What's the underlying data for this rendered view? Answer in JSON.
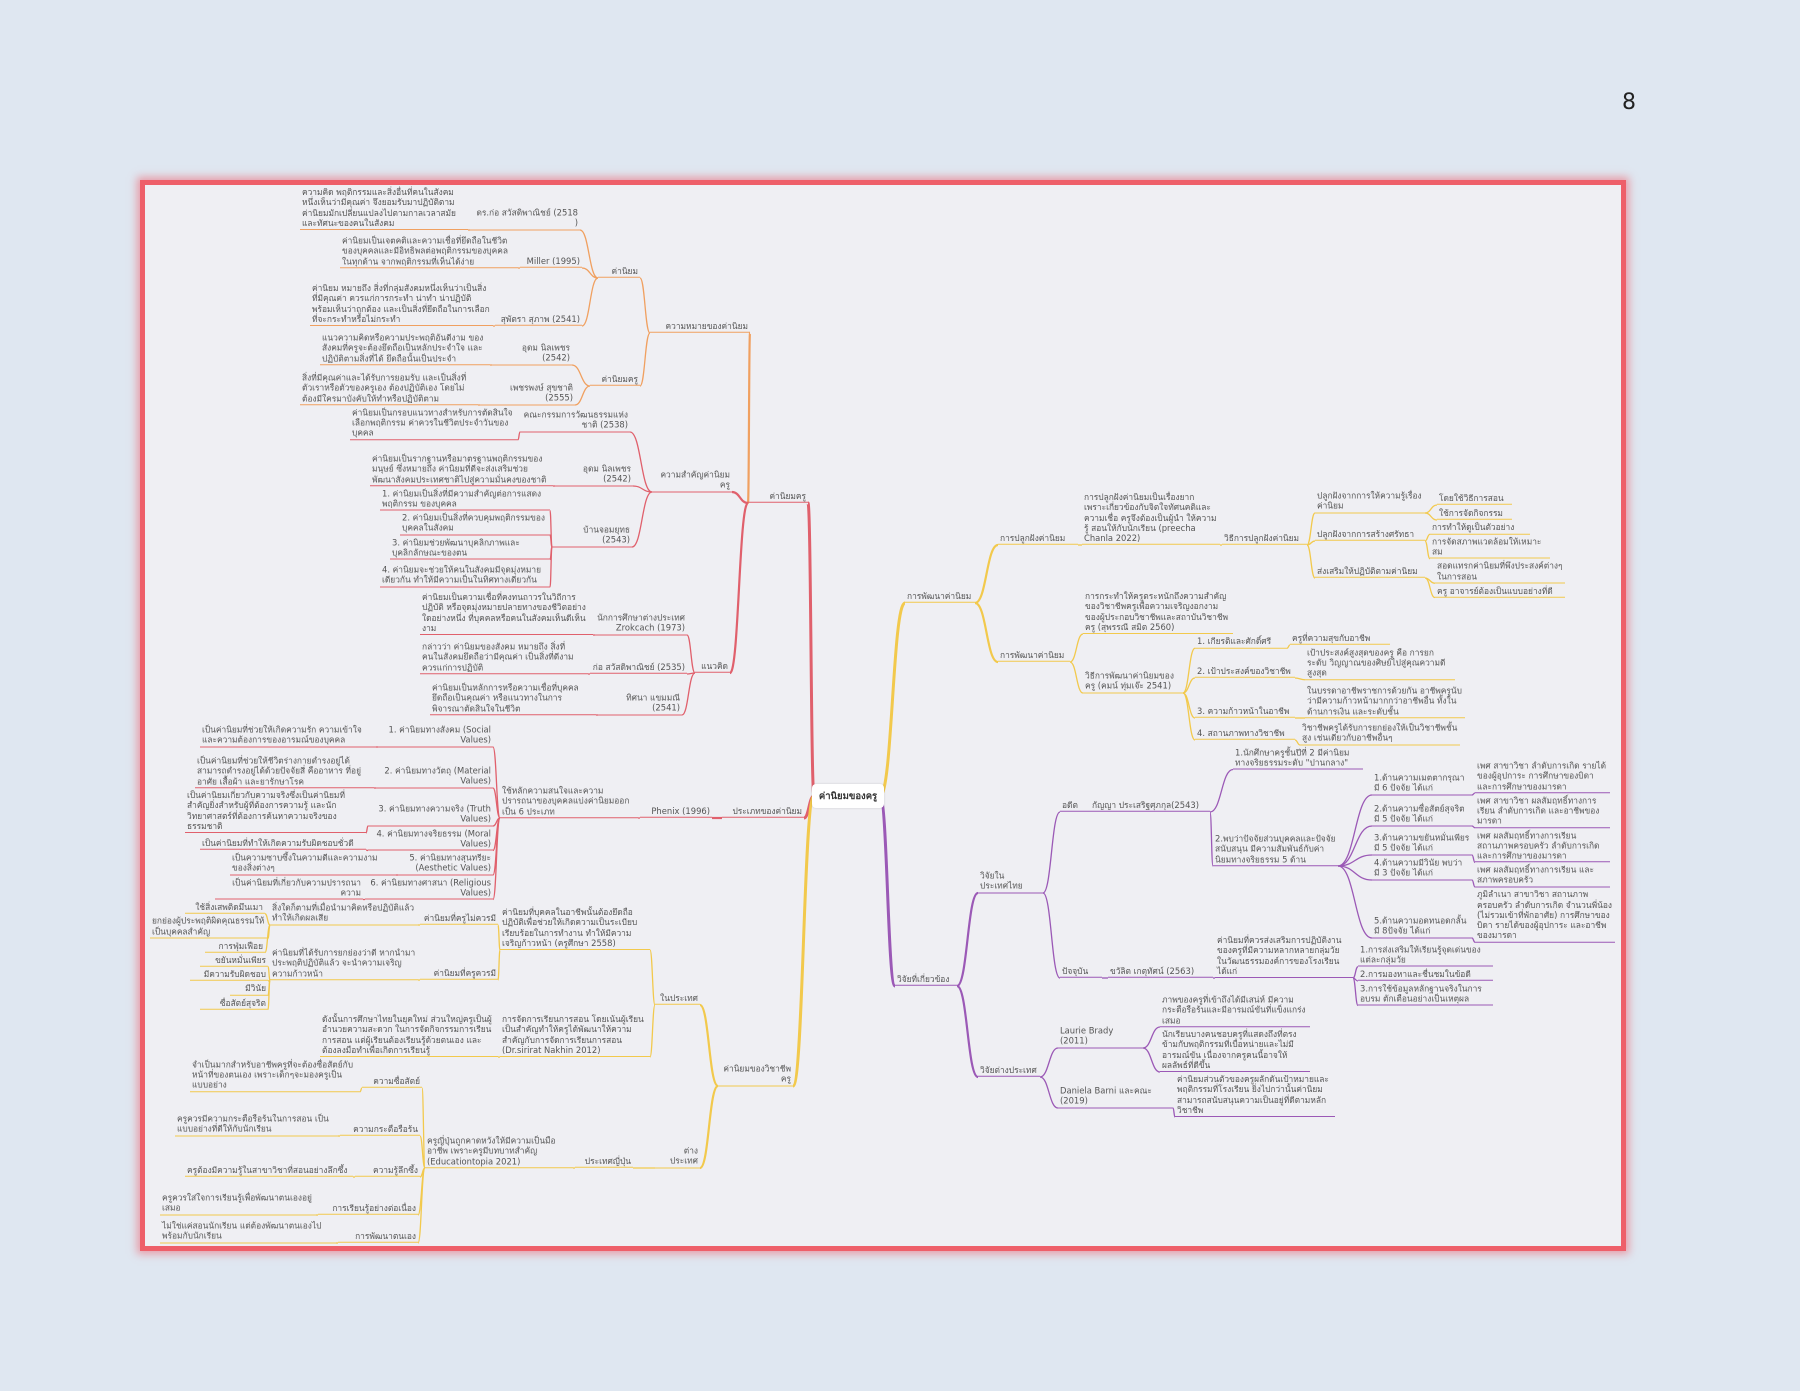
{
  "page_number": "8",
  "colors": {
    "red": "#e0606c",
    "orange": "#f0a060",
    "yellow": "#f2c94c",
    "purple": "#9b59b6",
    "frame": "#ee5f69"
  },
  "mindmap": {
    "root": "ค่านิยมของครู",
    "nodes": [
      {
        "id": "L1",
        "parent": "root",
        "branch": "red",
        "text": "ค่านิยมครู"
      },
      {
        "id": "L2",
        "parent": "L1",
        "branch": "orange",
        "text": "ความหมายของค่านิยม"
      },
      {
        "id": "L3",
        "parent": "L2",
        "text": "ค่านิยม"
      },
      {
        "id": "L4",
        "parent": "L2",
        "text": "ค่านิยมครู"
      },
      {
        "id": "c1",
        "parent": "L3",
        "text": "ดร.ก่อ สวัสดิพาณิชย์ (2518 )"
      },
      {
        "id": "c1d",
        "parent": "c1",
        "text": "ความคิด พฤติกรรมและสิ่งอื่นที่คนในสังคมหนึ่งเห็นว่ามีคุณค่า จึงยอมรับมาปฏิบัติตาม ค่านิยมมักเปลี่ยนแปลงไปตามกาลเวลาสมัย และทัศนะของคนในสังคม"
      },
      {
        "id": "c2",
        "parent": "L3",
        "text": "Miller (1995)"
      },
      {
        "id": "c2d",
        "parent": "c2",
        "text": "ค่านิยมเป็นเจตคติและความเชื่อที่ยึดถือในชีวิต ของบุคคลและมีอิทธิพลต่อพฤติกรรมของบุคคลในทุกด้าน จากพฤติกรรมที่เห็นได้ง่าย"
      },
      {
        "id": "c3",
        "parent": "L3",
        "text": "สุพัตรา สุภาพ (2541)"
      },
      {
        "id": "c3d",
        "parent": "c3",
        "text": "ค่านิยม หมายถึง สิ่งที่กลุ่มสังคมหนึ่งเห็นว่าเป็นสิ่งที่มีคุณค่า ควรแก่การกระทำ น่าทำ น่าปฏิบัติ พร้อมเห็นว่าถูกต้อง และเป็นสิ่งที่ยึดถือในการเลือกที่จะกระทำหรือไม่กระทำ"
      },
      {
        "id": "c4",
        "parent": "L4",
        "text": "อุดม นิลเพชร (2542)"
      },
      {
        "id": "c4d",
        "parent": "c4",
        "text": "แนวความคิดหรือความประพฤติอันดีงาม ของสังคมที่ครูจะต้องยึดถือเป็นหลักประจำใจ และปฏิบัติตามสิ่งที่ได้ ยึดถือนั้นเป็นประจำ"
      },
      {
        "id": "c5",
        "parent": "L4",
        "text": "เพชรพงษ์ สุขชาติ (2555)"
      },
      {
        "id": "c5d",
        "parent": "c5",
        "text": "สิ่งที่มีคุณค่าและได้รับการยอมรับ และเป็นสิ่งที่ตัวเราหรือตัวของครูเอง ต้องปฏิบัติเอง โดยไม่ต้องมีใครมาบังคับให้ทำหรือปฏิบัติตาม"
      },
      {
        "id": "K",
        "parent": "L1",
        "text": "ความสำคัญค่านิยมครู"
      },
      {
        "id": "k1",
        "parent": "K",
        "text": "คณะกรรมการวัฒนธรรมแห่งชาติ (2538)"
      },
      {
        "id": "k1d",
        "parent": "k1",
        "text": "ค่านิยมเป็นกรอบแนวทางสำหรับการตัดสินใจเลือกพฤติกรรม ค่าควรในชีวิตประจำวันของบุคคล"
      },
      {
        "id": "k2",
        "parent": "K",
        "text": "อุดม นิลเพชร (2542)"
      },
      {
        "id": "k2d",
        "parent": "k2",
        "text": "ค่านิยมเป็นรากฐานหรือมาตรฐานพฤติกรรมของมนุษย์ ซึ่งหมายถึง ค่านิยมที่ดีจะส่งเสริมช่วยพัฒนาสังคมประเทศชาติไปสู่ความมั่นคงของชาติ"
      },
      {
        "id": "k3",
        "parent": "K",
        "text": "บ้านจอมยุทธ (2543)"
      },
      {
        "id": "k3a",
        "parent": "k3",
        "text": "1. ค่านิยมเป็นสิ่งที่มีความสำคัญต่อการแสดงพฤติกรรม ของบุคคล"
      },
      {
        "id": "k3b",
        "parent": "k3",
        "text": "2. ค่านิยมเป็นสิ่งที่ควบคุมพฤติกรรมของบุคคลในสังคม"
      },
      {
        "id": "k3c",
        "parent": "k3",
        "text": "3. ค่านิยมช่วยพัฒนาบุคลิกภาพและบุคลิกลักษณะของตน"
      },
      {
        "id": "k3e",
        "parent": "k3",
        "text": "4. ค่านิยมจะช่วยให้คนในสังคมมีจุดมุ่งหมายเดียวกัน ทำให้มีความเป็นในทิศทางเดียวกัน"
      },
      {
        "id": "N",
        "parent": "L1",
        "text": "แนวคิด"
      },
      {
        "id": "n1",
        "parent": "N",
        "text": "นักการศึกษาต่างประเทศ Zrokcach (1973)"
      },
      {
        "id": "n1d",
        "parent": "n1",
        "text": "ค่านิยมเป็นความเชื่อที่คงทนถาวรในวิถีการปฏิบัติ หรือจุดมุ่งหมายปลายทางของชีวิตอย่างใดอย่างหนึ่ง ที่บุคคลหรือคนในสังคมเห็นดีเห็นงาม"
      },
      {
        "id": "n2",
        "parent": "N",
        "text": "ก่อ สวัสดิพาณิชย์ (2535)"
      },
      {
        "id": "n2d",
        "parent": "n2",
        "text": "กล่าวว่า ค่านิยมของสังคม หมายถึง สิ่งที่คนในสังคมยึดถือว่ามีคุณค่า เป็นสิ่งที่ดีงาม ควรแก่การปฏิบัติ"
      },
      {
        "id": "n3",
        "parent": "N",
        "text": "ทิศนา แขมมณี (2541)"
      },
      {
        "id": "n3d",
        "parent": "n3",
        "text": "ค่านิยมเป็นหลักการหรือความเชื่อที่บุคคลยึดถือเป็นคุณค่า หรือแนวทางในการพิจารณาตัดสินใจในชีวิต"
      },
      {
        "id": "T",
        "parent": "root",
        "branch": "red",
        "text": "ประเภทของค่านิยม"
      },
      {
        "id": "t0",
        "parent": "T",
        "text": "Phenix (1996)"
      },
      {
        "id": "t0d",
        "parent": "t0",
        "text": "ใช้หลักความสนใจและความปรารถนาของบุคคลแบ่งค่านิยมออกเป็น 6 ประเภท"
      },
      {
        "id": "t1",
        "parent": "t0d",
        "text": "1. ค่านิยมทางสังคม (Social Values)"
      },
      {
        "id": "t1d",
        "parent": "t1",
        "text": "เป็นค่านิยมที่ช่วยให้เกิดความรัก ความเข้าใจและความต้องการของอารมณ์ของบุคคล"
      },
      {
        "id": "t2",
        "parent": "t0d",
        "text": "2. ค่านิยมทางวัตถุ (Material Values)"
      },
      {
        "id": "t2d",
        "parent": "t2",
        "text": "เป็นค่านิยมที่ช่วยให้ชีวิตร่างกายดำรงอยู่ได้ สามารถดำรงอยู่ได้ด้วยปัจจัยสี่ คืออาหาร ที่อยู่อาศัย เสื้อผ้า และยารักษาโรค"
      },
      {
        "id": "t3",
        "parent": "t0d",
        "text": "3. ค่านิยมทางความจริง (Truth Values)"
      },
      {
        "id": "t3d",
        "parent": "t3",
        "text": "เป็นค่านิยมเกี่ยวกับความจริงซึ่งเป็นค่านิยมที่สำคัญยิ่งสำหรับผู้ที่ต้องการความรู้ และนักวิทยาศาสตร์ที่ต้องการค้นหาความจริงของธรรมชาติ"
      },
      {
        "id": "t4",
        "parent": "t0d",
        "text": "4. ค่านิยมทางจริยธรรม (Moral Values)"
      },
      {
        "id": "t4d",
        "parent": "t4",
        "text": "เป็นค่านิยมที่ทำให้เกิดความรับผิดชอบชั่วดี"
      },
      {
        "id": "t5",
        "parent": "t0d",
        "text": "5. ค่านิยมทางสุนทรียะ (Aesthetic Values)"
      },
      {
        "id": "t5d",
        "parent": "t5",
        "text": "เป็นความซาบซึ้งในความดีและความงาม ของสิ่งต่างๆ"
      },
      {
        "id": "t6",
        "parent": "t0d",
        "text": "6. ค่านิยมทางศาสนา (Religious Values)"
      },
      {
        "id": "t6d",
        "parent": "t6",
        "text": "เป็นค่านิยมที่เกี่ยวกับความปรารถนาความ"
      },
      {
        "id": "Y1",
        "parent": "root",
        "branch": "yellow",
        "text": "การพัฒนาค่านิยม"
      },
      {
        "id": "Y2",
        "parent": "Y1",
        "text": "การปลูกฝังค่านิยม"
      },
      {
        "id": "y2d",
        "parent": "Y2",
        "text": "การปลูกฝังค่านิยมเป็นเรื่องยาก เพราะเกี่ยวข้องกับจิตใจทัศนคติและความเชื่อ ครูจึงต้องเป็นผู้นำ ให้ความรู้ สอนให้กับนักเรียน (preecha Chanla 2022)"
      },
      {
        "id": "y2m",
        "parent": "y2d",
        "text": "วิธีการปลูกฝังค่านิยม"
      },
      {
        "id": "ya",
        "parent": "y2m",
        "text": "ปลูกฝังจากการให้ความรู้เรื่องค่านิยม"
      },
      {
        "id": "ya1",
        "parent": "ya",
        "text": "โดยใช้วิธีการสอน"
      },
      {
        "id": "ya2",
        "parent": "ya",
        "text": "ใช้การจัดกิจกรรม"
      },
      {
        "id": "yb",
        "parent": "y2m",
        "text": "ปลูกฝังจากการสร้างศรัทธา"
      },
      {
        "id": "yb1",
        "parent": "yb",
        "text": "การทำให้ดูเป็นตัวอย่าง"
      },
      {
        "id": "yb2",
        "parent": "yb",
        "text": "การจัดสภาพแวดล้อมให้เหมาะสม"
      },
      {
        "id": "yc",
        "parent": "y2m",
        "text": "ส่งเสริมให้ปฏิบัติตามค่านิยม"
      },
      {
        "id": "yc1",
        "parent": "yc",
        "text": "สอดแทรกค่านิยมที่พึงประสงค์ต่างๆในการสอน"
      },
      {
        "id": "yc2",
        "parent": "yc",
        "text": "ครู อาจารย์ต้องเป็นแบบอย่างที่ดี"
      },
      {
        "id": "Y3",
        "parent": "Y1",
        "text": "การพัฒนาค่านิยม"
      },
      {
        "id": "y3d",
        "parent": "Y3",
        "text": "การกระทำให้ครูตระหนักถึงความสำคัญของวิชาชีพครูเพื่อความเจริญงอกงามของผู้ประกอบวิชาชีพและสถาบันวิชาชีพครู (สุพรรณี สมิต 2560)"
      },
      {
        "id": "y3m",
        "parent": "Y3",
        "text": "วิธีการพัฒนาค่านิยมของครู (คมน์ ทุ่มเจ๊ะ 2541)"
      },
      {
        "id": "yd1",
        "parent": "y3m",
        "text": "1. เกียรติและศักดิ์ศรี"
      },
      {
        "id": "yd1d",
        "parent": "yd1",
        "text": "ครูที่ความสุขกับอาชีพ"
      },
      {
        "id": "yd2",
        "parent": "y3m",
        "text": "2. เป้าประสงค์ของวิชาชีพ"
      },
      {
        "id": "yd2d",
        "parent": "yd2",
        "text": "เป้าประสงค์สูงสุดของครู คือ การยกระดับ วิญญาณของศิษย์ไปสู่คุณความดีสูงสุด"
      },
      {
        "id": "yd3",
        "parent": "y3m",
        "text": "3. ความก้าวหน้าในอาชีพ"
      },
      {
        "id": "yd3d",
        "parent": "yd3",
        "text": "ในบรรดาอาชีพราชการด้วยกัน อาชีพครูนับว่ามีความก้าวหน้ามากกว่าอาชีพอื่น ทั้งในด้านการเงิน และระดับชั้น"
      },
      {
        "id": "yd4",
        "parent": "y3m",
        "text": "4. สถานภาพทางวิชาชีพ"
      },
      {
        "id": "yd4d",
        "parent": "yd4",
        "text": "วิชาชีพครูได้รับการยกย่องให้เป็นวิชาชีพชั้นสูง เช่นเดียวกับอาชีพอื่นๆ"
      },
      {
        "id": "P1",
        "parent": "root",
        "branch": "purple",
        "text": "วิจัยที่เกี่ยวข้อง"
      },
      {
        "id": "P2",
        "parent": "P1",
        "text": "วิจัยในประเทศไทย"
      },
      {
        "id": "P3",
        "parent": "P2",
        "text": "อดีต"
      },
      {
        "id": "p3a",
        "parent": "P3",
        "text": "กัญญา ประเสริฐศุภกุล(2543)"
      },
      {
        "id": "p3b",
        "parent": "p3a",
        "text": "1.นักศึกษาครูชั้นปีที่ 2 มีค่านิยมทางจริยธรรมระดับ \"ปานกลาง\""
      },
      {
        "id": "p3c",
        "parent": "p3a",
        "text": "2.พบว่าปัจจัยส่วนบุคคลและปัจจัยสนับสนุน มีความสัมพันธ์กับค่านิยมทางจริยธรรม 5 ด้าน"
      },
      {
        "id": "pe1",
        "parent": "p3c",
        "text": "1.ด้านความเมตตากรุณา มี 6 ปัจจัย ได้แก่"
      },
      {
        "id": "pe1d",
        "parent": "pe1",
        "text": "เพศ สาขาวิชา ลำดับการเกิด รายได้ของผู้อุปการะ การศึกษาของบิดา และการศึกษาของมารดา"
      },
      {
        "id": "pe2",
        "parent": "p3c",
        "text": "2.ด้านความซื่อสัตย์สุจริต มี 5 ปัจจัย ได้แก่"
      },
      {
        "id": "pe2d",
        "parent": "pe2",
        "text": "เพศ สาขาวิชา ผลสัมฤทธิ์ทางการเรียน ลำดับการเกิด และอาชีพของมารดา"
      },
      {
        "id": "pe3",
        "parent": "p3c",
        "text": "3.ด้านความขยันหมั่นเพียร มี 5 ปัจจัย ได้แก่"
      },
      {
        "id": "pe3d",
        "parent": "pe3",
        "text": "เพศ ผลสัมฤทธิ์ทางการเรียน สถานภาพครอบครัว ลำดับการเกิด และการศึกษาของมารดา"
      },
      {
        "id": "pe4",
        "parent": "p3c",
        "text": "4.ด้านความมีวินัย พบว่า มี 3 ปัจจัย ได้แก่"
      },
      {
        "id": "pe4d",
        "parent": "pe4",
        "text": "เพศ ผลสัมฤทธิ์ทางการเรียน และสภาพครอบครัว"
      },
      {
        "id": "pe5",
        "parent": "p3c",
        "text": "5.ด้านความอดทนอดกลั้น มี 8ปัจจัย ได้แก่"
      },
      {
        "id": "pe5d",
        "parent": "pe5",
        "text": "ภูมิลำเนา สาขาวิชา สถานภาพครอบครัว ลำดับการเกิด จำนวนพี่น้อง (ไม่รวมเข้าที่พักอาศัย) การศึกษาของบิดา รายได้ของผู้อุปการะ และอาชีพของมารดา"
      },
      {
        "id": "P4",
        "parent": "P2",
        "text": "ปัจจุบัน"
      },
      {
        "id": "p4a",
        "parent": "P4",
        "text": "ขวัลิต เกตุทัศน์ (2563)"
      },
      {
        "id": "p4d",
        "parent": "p4a",
        "text": "ค่านิยมที่ควรส่งเสริมการปฏิบัติงานของครูที่มีความหลากหลายกลุ่มวัย ในวัฒนธรรมองค์การของโรงเรียน ได้แก่"
      },
      {
        "id": "p4e1",
        "parent": "p4d",
        "text": "1.การส่งเสริมให้เรียนรู้จุดเด่นของแต่ละกลุ่มวัย"
      },
      {
        "id": "p4e2",
        "parent": "p4d",
        "text": "2.การมองหาและชื่นชมในข้อดี"
      },
      {
        "id": "p4e3",
        "parent": "p4d",
        "text": "3.การใช้ข้อมูลหลักฐานจริงในการอบรม ตักเตือนอย่างเป็นเหตุผล"
      },
      {
        "id": "P5",
        "parent": "P1",
        "text": "วิจัยต่างประเทศ"
      },
      {
        "id": "p5a",
        "parent": "P5",
        "text": "Laurie Brady (2011)"
      },
      {
        "id": "p5a1",
        "parent": "p5a",
        "text": "ภาพของครูที่เข้าถึงได้มีเสน่ห์ มีความกระตือรือร้นและมีอารมณ์ขันที่แข็งแกร่งเสมอ"
      },
      {
        "id": "p5a2",
        "parent": "p5a",
        "text": "นักเรียนบางคนชอบครูที่แสดงถึงที่ตรงข้ามกับพฤติกรรมที่เบื่อหน่ายและไม่มีอารมณ์ขัน เนื่องจากครูคนนี้อาจให้ผลลัพธ์ที่ดีขึ้น"
      },
      {
        "id": "p5b",
        "parent": "P5",
        "text": "Daniela Barni และคณะ (2019)"
      },
      {
        "id": "p5b1",
        "parent": "p5b",
        "text": "ค่านิยมส่วนตัวของครูผลักดันเป้าหมายและพฤติกรรมที่โรงเรียน ยิ่งไปกว่านั้นค่านิยมสามารถสนับสนุนความเป็นอยู่ที่ดีตามหลักวิชาชีพ"
      },
      {
        "id": "Q1",
        "parent": "root",
        "branch": "yellow",
        "text": "ค่านิยมของวิชาชีพครู"
      },
      {
        "id": "Q2",
        "parent": "Q1",
        "text": "ในประเทศ"
      },
      {
        "id": "q2d",
        "parent": "Q2",
        "text": "ค่านิยมที่บุคคลในอาชีพนั้นต้องยึดถือปฏิบัติเพื่อช่วยให้เกิดความเป็นระเบียบเรียบร้อยในการทำงาน ทำให้มีความเจริญก้าวหน้า (ครูศึกษา 2558)"
      },
      {
        "id": "qa",
        "parent": "q2d",
        "text": "ค่านิยมที่ครูไม่ควรมี"
      },
      {
        "id": "qad",
        "parent": "qa",
        "text": "สิ่งใดก็ตามที่เมื่อนำมาคิดหรือปฏิบัติแล้วทำให้เกิดผลเสีย"
      },
      {
        "id": "qa1",
        "parent": "qad",
        "text": "ใช้สิ่งเสพติดมึนเมา"
      },
      {
        "id": "qa2",
        "parent": "qad",
        "text": "ยกย่องผู้ประพฤติผิดคุณธรรมให้เป็นบุคคลสำคัญ"
      },
      {
        "id": "qa3",
        "parent": "qad",
        "text": "การฟุ่มเฟือย"
      },
      {
        "id": "qb",
        "parent": "q2d",
        "text": "ค่านิยมที่ครูควรมี"
      },
      {
        "id": "qbd",
        "parent": "qb",
        "text": "ค่านิยมที่ได้รับการยกย่องว่าดี หากนำมาประพฤติปฏิบัติแล้ว จะนำความเจริญ ความก้าวหน้า"
      },
      {
        "id": "qb1",
        "parent": "qbd",
        "text": "ขยันหมั่นเพียร"
      },
      {
        "id": "qb2",
        "parent": "qbd",
        "text": "มีความรับผิดชอบ"
      },
      {
        "id": "qb3",
        "parent": "qbd",
        "text": "มีวินัย"
      },
      {
        "id": "qb4",
        "parent": "qbd",
        "text": "ซื่อสัตย์สุจริต"
      },
      {
        "id": "q2e",
        "parent": "Q2",
        "text": "การจัดการเรียนการสอน โดยเน้นผู้เรียนเป็นสำคัญทำให้ครูได้พัฒนาให้ความสำคัญกับการจัดการเรียนการสอน (Dr.sirirat Nakhin 2012)"
      },
      {
        "id": "q2ed",
        "parent": "q2e",
        "text": "ดังนั้นการศึกษาไทยในยุคใหม่ ส่วนใหญ่ครูเป็นผู้อำนวยความสะดวก ในการจัดกิจกรรมการเรียนการสอน แต่ผู้เรียนต้องเรียนรู้ด้วยตนเอง และต้องลงมือทำเพื่อเกิดการเรียนรู้"
      },
      {
        "id": "Q3",
        "parent": "Q1",
        "text": "ต่างประเทศ"
      },
      {
        "id": "q3a",
        "parent": "Q3",
        "text": "ประเทศญี่ปุ่น"
      },
      {
        "id": "q3d",
        "parent": "q3a",
        "text": "ครูญี่ปุ่นถูกคาดหวังให้มีความเป็นมืออาชีพ เพราะครูมีบทบาทสำคัญ (Educationtopia 2021)"
      },
      {
        "id": "qj1",
        "parent": "q3d",
        "text": "ความซื่อสัตย์"
      },
      {
        "id": "qj1d",
        "parent": "qj1",
        "text": "จำเป็นมากสำหรับอาชีพครูที่จะต้องซื่อสัตย์กับหน้าที่ของตนเอง เพราะเด็กๆจะมองครูเป็นแบบอย่าง"
      },
      {
        "id": "qj2",
        "parent": "q3d",
        "text": "ความกระตือรือร้น"
      },
      {
        "id": "qj2d",
        "parent": "qj2",
        "text": "ครูควรมีความกระตือรือร้นในการสอน เป็นแบบอย่างที่ดีให้กับนักเรียน"
      },
      {
        "id": "qj3",
        "parent": "q3d",
        "text": "ความรู้ลึกซึ้ง"
      },
      {
        "id": "qj3d",
        "parent": "qj3",
        "text": "ครูต้องมีความรู้ในสาขาวิชาที่สอนอย่างลึกซึ้ง"
      },
      {
        "id": "qj4",
        "parent": "q3d",
        "text": "การเรียนรู้อย่างต่อเนื่อง"
      },
      {
        "id": "qj4d",
        "parent": "qj4",
        "text": "ครูควรใส่ใจการเรียนรู้เพื่อพัฒนาตนเองอยู่เสมอ"
      },
      {
        "id": "qj5",
        "parent": "q3d",
        "text": "การพัฒนาตนเอง"
      },
      {
        "id": "qj5d",
        "parent": "qj5",
        "text": "ไม่ใช่แค่สอนนักเรียน แต่ต้องพัฒนาตนเองไปพร้อมกับนักเรียน"
      }
    ]
  }
}
